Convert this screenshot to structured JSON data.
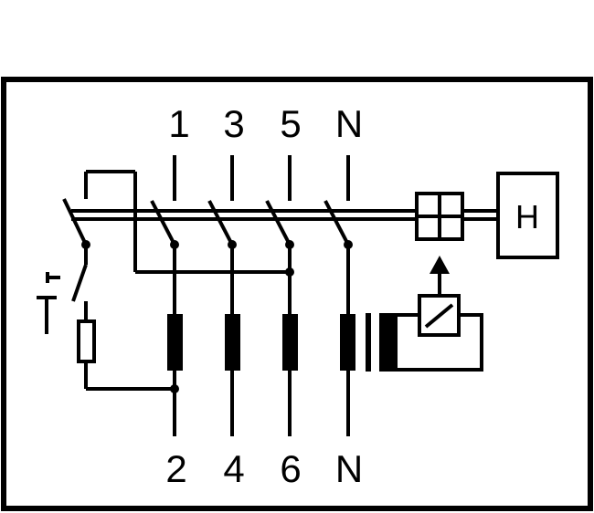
{
  "top_terminals": [
    "1",
    "3",
    "5",
    "N"
  ],
  "bottom_terminals": [
    "2",
    "4",
    "6",
    "N"
  ],
  "indicator_label": "H",
  "test_button_label": "T"
}
